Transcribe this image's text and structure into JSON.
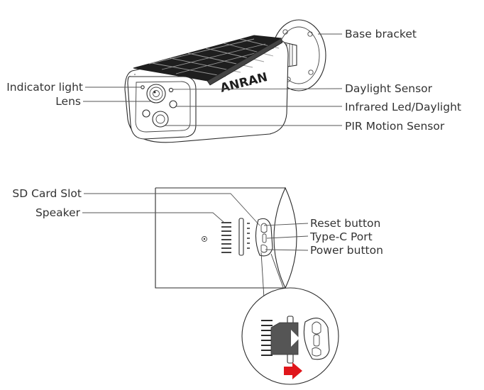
{
  "brand": "ANRAN",
  "camera_labels": {
    "base_bracket": "Base bracket",
    "indicator_light": "Indicator light",
    "lens": "Lens",
    "daylight_sensor": "Daylight Sensor",
    "infrared_led": "Infrared Led/Daylight",
    "pir_sensor": "PIR Motion Sensor"
  },
  "side_labels": {
    "sd_card_slot": "SD Card Slot",
    "speaker": "Speaker",
    "reset_button": "Reset button",
    "type_c_port": "Type-C Port",
    "power_button": "Power button"
  },
  "colors": {
    "line": "#2b2b2b",
    "label_text": "#333333",
    "solar_panel": "#1e1e1e",
    "sd_card": "#555555",
    "arrow": "#e0161b"
  },
  "icons": {
    "play": "play-triangle",
    "insert_arrow": "right-arrow"
  }
}
